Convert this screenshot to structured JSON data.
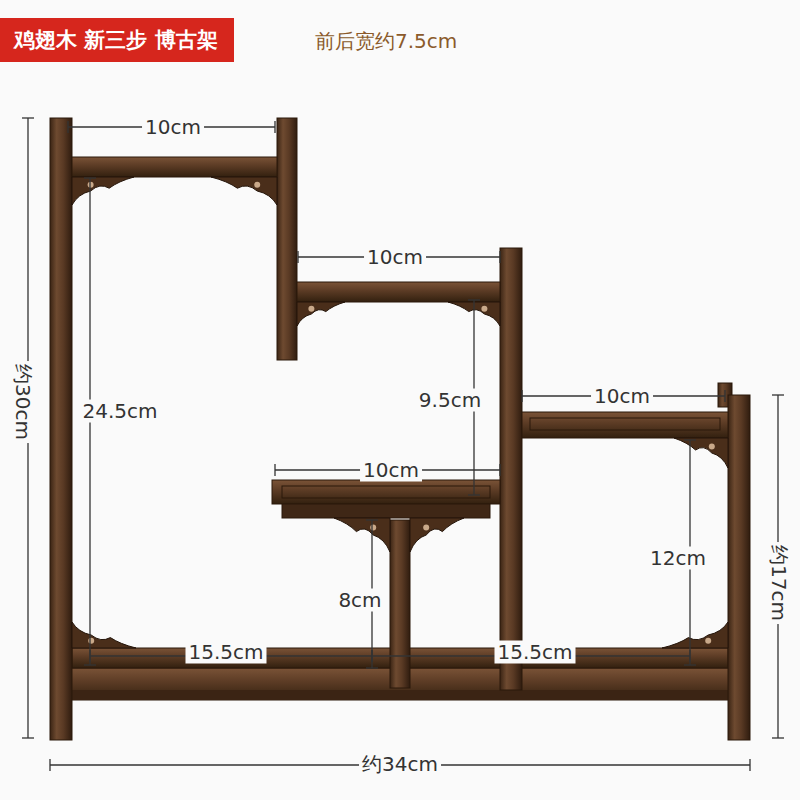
{
  "diagram": {
    "nodes": [
      {
        "text": [
          "鸡翅木 新三步 博古架"
        ]
      }
    ],
    "labels": [
      "前后宽约7.5cm",
      "10cm",
      "10cm",
      "约30cm",
      "24.5cm",
      "9.5cm",
      "10cm",
      "10cm",
      "约17cm",
      "12cm",
      "8cm",
      "15.5cm",
      "15.5cm",
      "约34cm"
    ]
  }
}
